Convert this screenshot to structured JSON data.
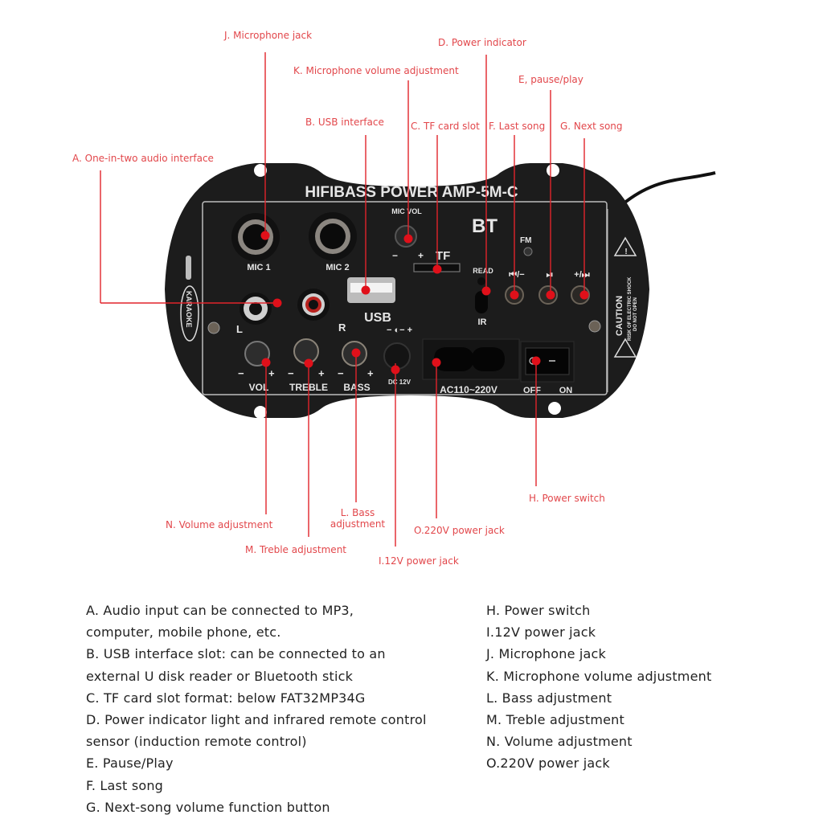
{
  "board": {
    "title": "HIFIBASS POWER AMP-5M-C",
    "labels": {
      "mic1": "MIC 1",
      "mic2": "MIC 2",
      "mic_vol": "MIC VOL",
      "minus": "−",
      "plus": "+",
      "tf": "TF",
      "bt": "BT",
      "fm": "FM",
      "read": "READ",
      "ir": "IR",
      "usb": "USB",
      "left": "L",
      "right": "R",
      "prev_button": "⏮/−",
      "play_button": "⏯",
      "next_button": "+/⏭",
      "vol": "VOL",
      "treble": "TREBLE",
      "bass": "BASS",
      "dc": "DC 12V",
      "dc_polarity": "− ◐− +",
      "ac": "AC110~220V",
      "off": "OFF",
      "on": "ON",
      "karaoke": "KARAOKE",
      "caution": "CAUTION",
      "caution_line1": "RISK OF ELECTRIC SHOCK",
      "caution_line2": "DO NOT OPEN"
    }
  },
  "callouts": {
    "J": "J. Microphone jack",
    "D": "D. Power indicator",
    "K": "K. Microphone volume adjustment",
    "E": "E, pause/play",
    "B": "B. USB interface",
    "C": "C. TF card slot",
    "F": "F. Last song",
    "G": "G. Next song",
    "A": "A. One-in-two audio interface",
    "H": "H. Power switch",
    "N": "N. Volume adjustment",
    "L1": "L. Bass",
    "L2": "adjustment",
    "O": "O.220V power jack",
    "M": "M. Treble adjustment",
    "I": "I.12V power jack"
  },
  "legend": {
    "left": [
      "A. Audio input can be connected to MP3,",
      "computer, mobile phone, etc.",
      "B. USB interface slot: can be connected to an",
      "external U disk reader or Bluetooth stick",
      "C. TF card slot format: below FAT32MP34G",
      "D. Power indicator light and infrared remote control",
      "sensor (induction remote control)",
      "E. Pause/Play",
      "F. Last song",
      "G. Next-song volume function button"
    ],
    "right": [
      "H. Power switch",
      "I.12V power jack",
      "J. Microphone jack",
      "K. Microphone volume adjustment",
      "L. Bass adjustment",
      "M. Treble adjustment",
      "N. Volume adjustment",
      "O.220V power jack"
    ]
  },
  "colors": {
    "callout": "#e2474b",
    "marker": "#e0101a",
    "board": "#1c1c1c"
  }
}
